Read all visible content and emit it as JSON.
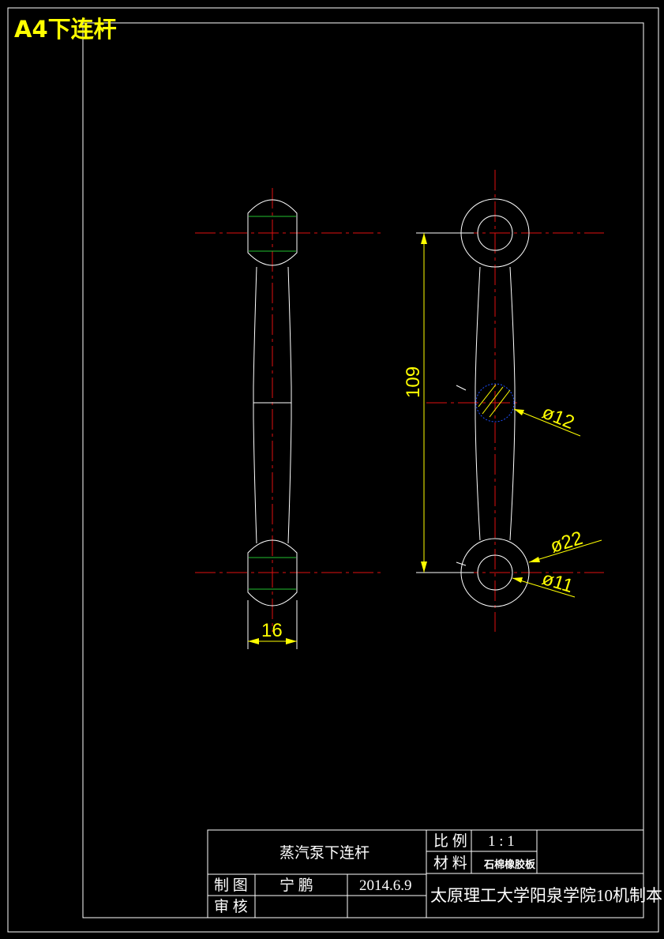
{
  "header": {
    "title": "A4下连杆"
  },
  "dimensions": {
    "width": "16",
    "center_distance": "109",
    "hole_middle": "ø12",
    "boss_outer": "ø22",
    "hole_end": "ø11"
  },
  "title_block": {
    "part_name": "蒸汽泵下连杆",
    "scale_label": "比 例",
    "scale_value": "1 : 1",
    "material_label": "材 料",
    "material_value": "石棉橡胶板",
    "drawn_label": "制 图",
    "drawn_by": "宁 鹏",
    "date": "2014.6.9",
    "checked_label": "审 核",
    "checked_by": "",
    "organization": "太原理工大学阳泉学院10机制本"
  },
  "colors": {
    "background": "#000000",
    "outline": "#ffffff",
    "centerline": "#e01010",
    "dimension": "#ffff00",
    "hatch": "#22c030",
    "hidden": "#1e50ff"
  }
}
